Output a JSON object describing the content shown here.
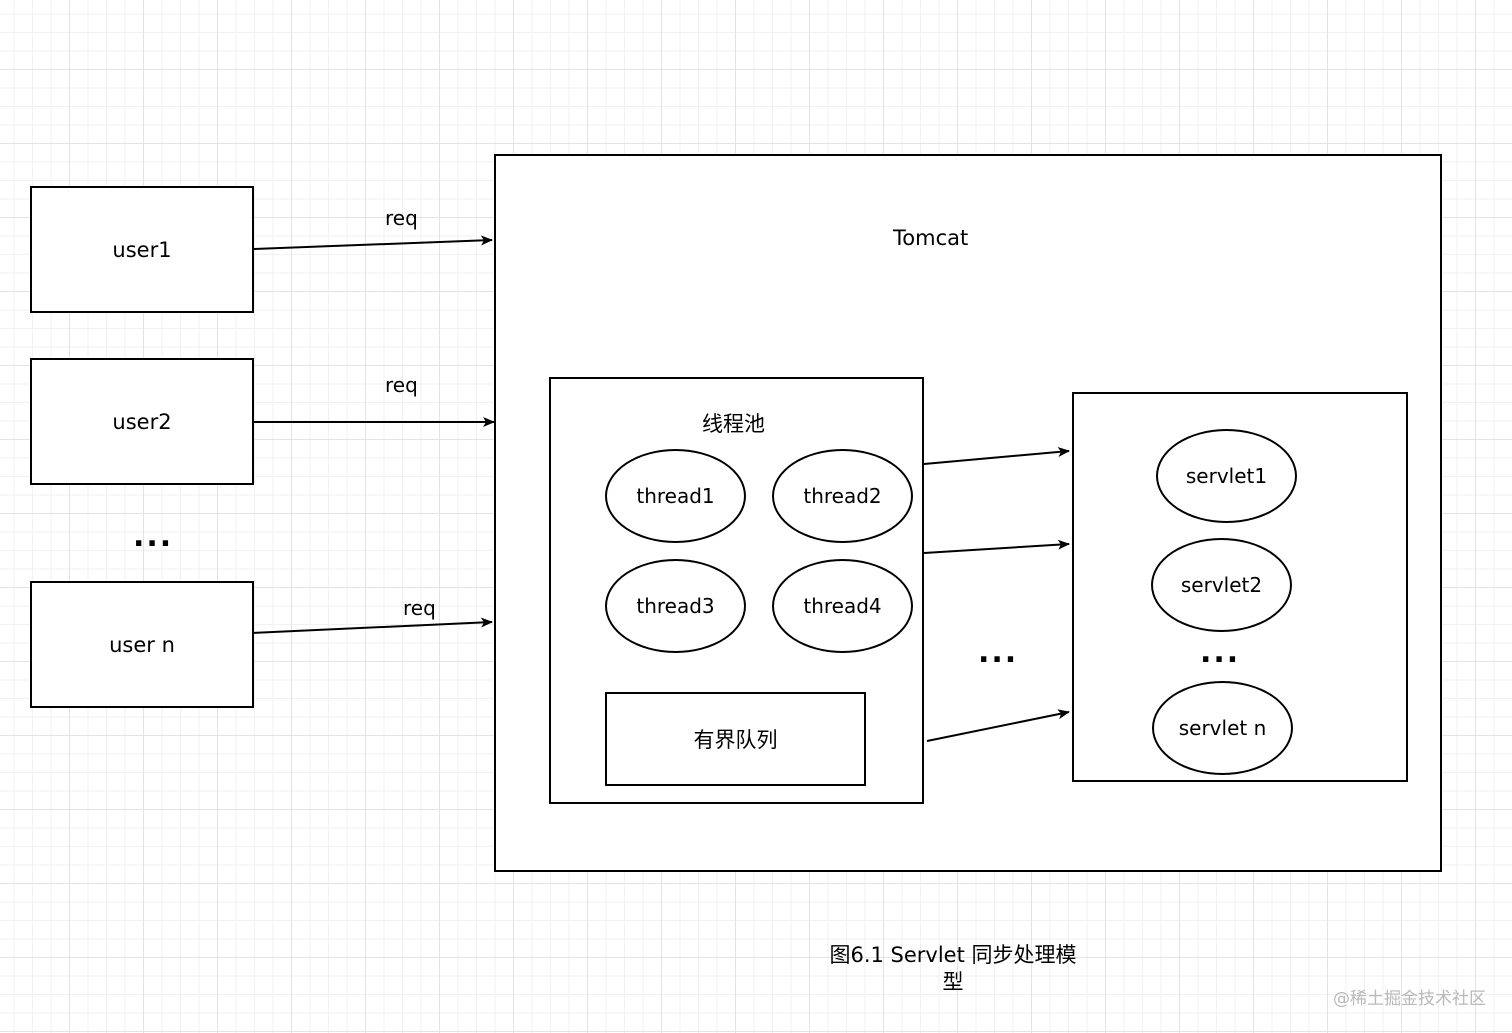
{
  "users": [
    {
      "label": "user1"
    },
    {
      "label": "user2"
    },
    {
      "label": "user n"
    }
  ],
  "users_ellipsis": "...",
  "request_labels": [
    "req",
    "req",
    "req"
  ],
  "tomcat": {
    "title": "Tomcat"
  },
  "thread_pool": {
    "title": "线程池",
    "threads": [
      "thread1",
      "thread2",
      "thread3",
      "thread4"
    ],
    "queue_label": "有界队列"
  },
  "middle_ellipsis": "...",
  "servlets": {
    "items": [
      "servlet1",
      "servlet2",
      "servlet n"
    ],
    "ellipsis": "..."
  },
  "caption": "图6.1 Servlet 同步处理模型",
  "watermark": "@稀土掘金技术社区"
}
